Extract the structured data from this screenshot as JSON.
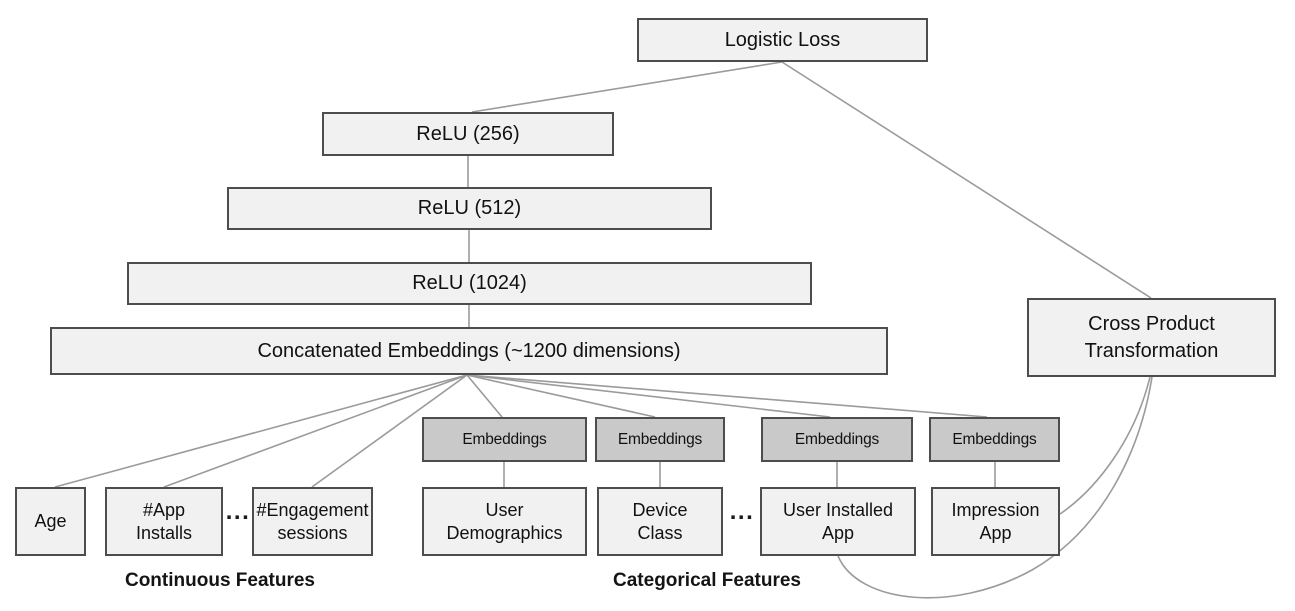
{
  "colors": {
    "background": "#ffffff",
    "box_fill": "#f2f1f1",
    "embedding_fill": "#c9c9c9",
    "box_border": "#4d4d4d",
    "edge_line": "#9b9b9b",
    "text": "#111111"
  },
  "nodes": {
    "logistic_loss": "Logistic Loss",
    "relu_256": "ReLU (256)",
    "relu_512": "ReLU (512)",
    "relu_1024": "ReLU (1024)",
    "concatenated_embeddings": "Concatenated Embeddings (~1200 dimensions)",
    "embeddings": "Embeddings",
    "age": "Age",
    "app_installs": "#App\nInstalls",
    "engagement_sessions": "#Engagement\nsessions",
    "user_demographics": "User\nDemographics",
    "device_class": "Device\nClass",
    "user_installed_app": "User Installed\nApp",
    "impression_app": "Impression\nApp",
    "cross_product_transformation": "Cross Product\nTransformation"
  },
  "labels": {
    "continuous_features": "Continuous Features",
    "categorical_features": "Categorical Features",
    "ellipsis": "..."
  }
}
